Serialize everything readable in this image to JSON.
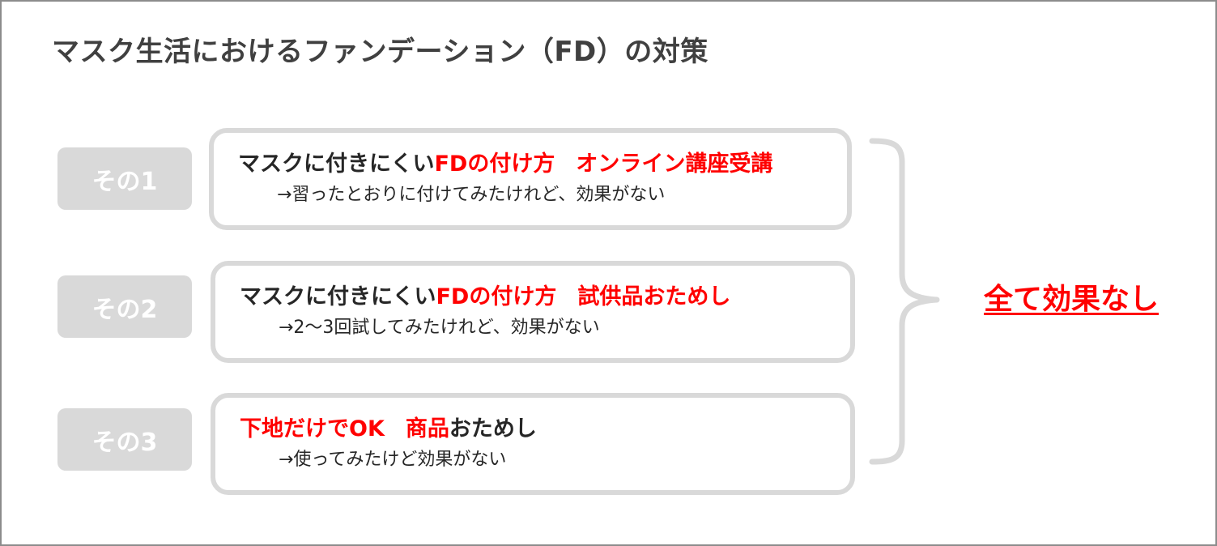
{
  "title": "マスク生活におけるファンデーション（FD）の対策",
  "items": [
    {
      "badge": "その1",
      "main_black": "マスクに付きにくい",
      "main_red_a": "FDの付け方",
      "main_red_b": "オンライン講座受講",
      "sub": "→習ったとおりに付けてみたけれど、効果がない"
    },
    {
      "badge": "その2",
      "main_black": "マスクに付きにくい",
      "main_red_a": "FDの付け方",
      "main_red_b": "試供品おためし",
      "sub": "→2～3回試してみたけれど、効果がない"
    },
    {
      "badge": "その3",
      "main_red_a": "下地だけでOK",
      "main_red_b": "商品",
      "main_black_tail": "おためし",
      "sub": "→使ってみたけど効果がない"
    }
  ],
  "result": "全て効果なし",
  "colors": {
    "accent": "#ff0000",
    "badge_bg": "#d9d9d9",
    "box_border": "#d9d9d9",
    "title": "#404040",
    "text": "#262626",
    "frame": "#8c8c8c"
  }
}
